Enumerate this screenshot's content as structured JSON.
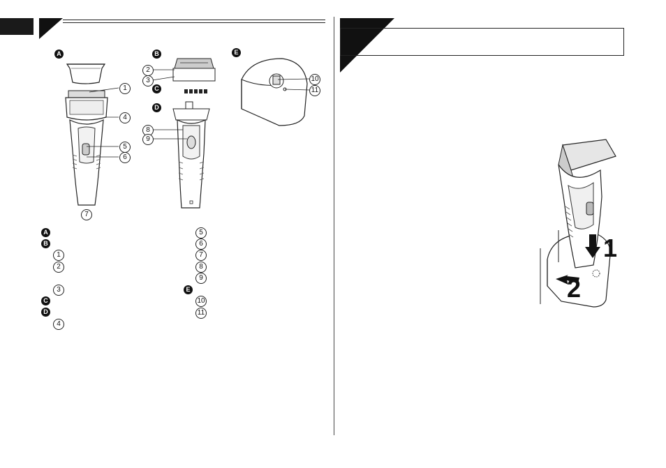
{
  "figure_labels": {
    "a": "A",
    "b": "B",
    "c": "C",
    "d": "D",
    "e": "E"
  },
  "callouts": {
    "c1": "1",
    "c2": "2",
    "c3": "3",
    "c4": "4",
    "c5": "5",
    "c6": "6",
    "c7": "7",
    "c8": "8",
    "c9": "9",
    "c10": "10",
    "c11": "11"
  },
  "legend": {
    "left": [
      {
        "kind": "badge",
        "text": "A"
      },
      {
        "kind": "badge",
        "text": "B"
      },
      {
        "kind": "circle",
        "text": "1"
      },
      {
        "kind": "circle",
        "text": "2"
      },
      {
        "kind": "circle",
        "text": "3"
      },
      {
        "kind": "badge",
        "text": "C"
      },
      {
        "kind": "badge",
        "text": "D"
      },
      {
        "kind": "circle",
        "text": "4"
      }
    ],
    "right": [
      {
        "kind": "circle",
        "text": "5"
      },
      {
        "kind": "circle",
        "text": "6"
      },
      {
        "kind": "circle",
        "text": "7"
      },
      {
        "kind": "circle",
        "text": "8"
      },
      {
        "kind": "circle",
        "text": "9"
      },
      {
        "kind": "badge",
        "text": "E"
      },
      {
        "kind": "circle",
        "text": "10"
      },
      {
        "kind": "circle",
        "text": "11"
      }
    ]
  },
  "steps": {
    "step1": "1",
    "step2": "2"
  }
}
